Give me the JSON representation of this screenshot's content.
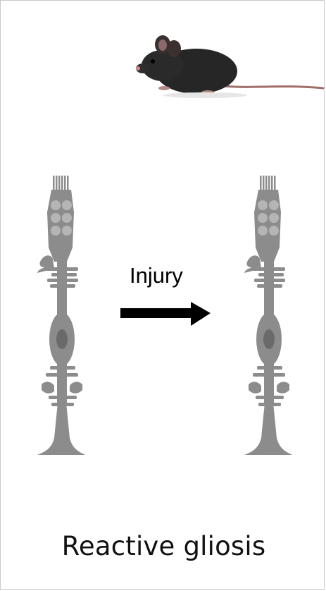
{
  "diagram": {
    "arrow_label": "Injury",
    "caption": "Reactive gliosis"
  },
  "colors": {
    "cell_fill": "#8c8c8c",
    "cell_dark": "#6e6e6e",
    "nucleus": "#6a6a6a",
    "arrow": "#000000",
    "mouse": "#262626"
  },
  "icons": [
    "mouse-illustration",
    "muller-glia-cell-icon",
    "right-arrow-icon"
  ]
}
